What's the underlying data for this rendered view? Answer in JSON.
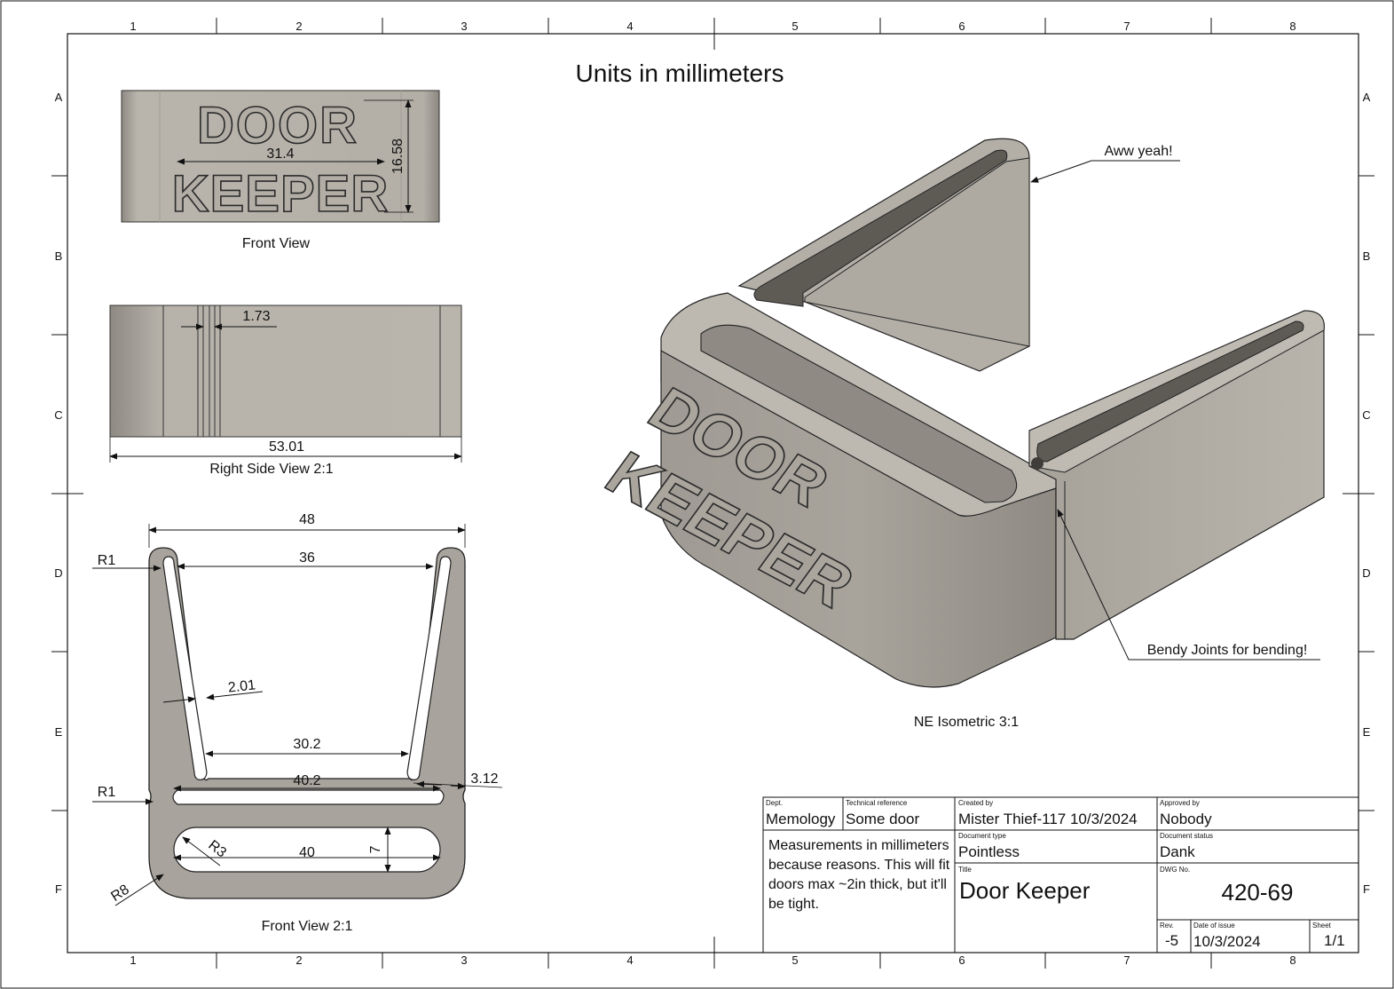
{
  "sheet": {
    "heading": "Units in millimeters",
    "col_labels": [
      "1",
      "2",
      "3",
      "4",
      "5",
      "6",
      "7",
      "8"
    ],
    "row_labels": [
      "A",
      "B",
      "C",
      "D",
      "E",
      "F"
    ]
  },
  "views": {
    "front": {
      "caption": "Front View",
      "embossed_text": [
        "DOOR",
        "KEEPER"
      ],
      "dims": {
        "text_width": "31.4",
        "text_height": "16.58"
      }
    },
    "right_side": {
      "caption": "Right Side View 2:1",
      "dims": {
        "groove": "1.73",
        "length": "53.01"
      }
    },
    "front_2to1": {
      "caption": "Front View 2:1",
      "dims": {
        "overall_width": "48",
        "inner_top": "36",
        "slot_width": "2.01",
        "inner_mid": "30.2",
        "inner_low": "40.2",
        "wall": "3.12",
        "slot_len": "40",
        "slot_h": "7",
        "r_top": "R1",
        "r_low": "R1",
        "r_slot": "R3",
        "r_outer": "R8"
      }
    },
    "iso": {
      "caption": "NE Isometric 3:1",
      "callout_top": "Aww yeah!",
      "callout_bottom": "Bendy Joints for bending!",
      "embossed_text": [
        "DOOR",
        "KEEPER"
      ]
    }
  },
  "title_block": {
    "dept_label": "Dept.",
    "dept": "Memology",
    "techref_label": "Technical reference",
    "techref": "Some door",
    "created_label": "Created by",
    "created": "Mister Thief-117 10/3/2024",
    "approved_label": "Approved by",
    "approved": "Nobody",
    "notes": "Measurements in millimeters because reasons.  This will fit  doors max ~2in thick, but it'll be tight.",
    "doctype_label": "Document type",
    "doctype": "Pointless",
    "docstatus_label": "Document status",
    "docstatus": "Dank",
    "title_label": "Title",
    "title": "Door Keeper",
    "dwg_label": "DWG No.",
    "dwg": "420-69",
    "rev_label": "Rev.",
    "rev": "-5",
    "date_label": "Date of issue",
    "date": "10/3/2024",
    "sheet_label": "Sheet",
    "sheet": "1/1"
  }
}
